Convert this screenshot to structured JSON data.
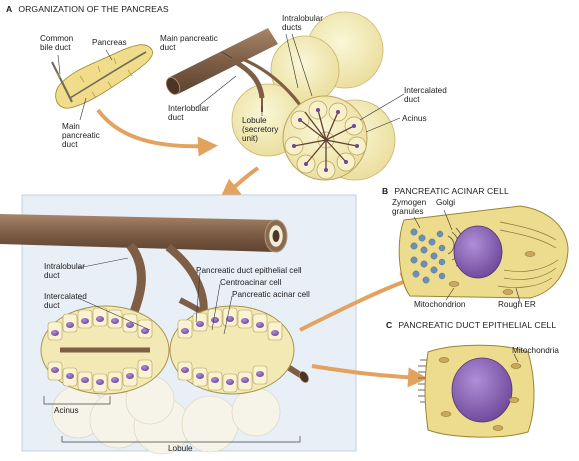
{
  "panel_a": {
    "letter": "A",
    "title": "ORGANIZATION OF THE PANCREAS",
    "labels": {
      "common_bile_duct": "Common\nbile duct",
      "pancreas": "Pancreas",
      "main_pancreatic_duct_left": "Main\npancreatic\nduct",
      "main_pancreatic_duct": "Main pancreatic\nduct",
      "intralobular_ducts": "Intralobular\nducts",
      "interlobular_duct": "Interlobular\nduct",
      "lobule": "Lobule\n(secretory\nunit)",
      "intercalated_duct": "Intercalated\nduct",
      "acinus": "Acinus"
    }
  },
  "panel_detail": {
    "labels": {
      "intralobular_duct": "Intralobular\nduct",
      "intercalated_duct": "Intercalated\nduct",
      "pancreatic_duct_epithelial_cell": "Pancreatic duct epithelial cell",
      "centroacinar_cell": "Centroacinar cell",
      "pancreatic_acinar_cell": "Pancreatic acinar cell",
      "acinus": "Acinus",
      "lobule": "Lobule"
    }
  },
  "panel_b": {
    "letter": "B",
    "title": "PANCREATIC ACINAR CELL",
    "labels": {
      "zymogen_granules": "Zymogen\ngranules",
      "golgi": "Golgi",
      "mitochondrion": "Mitochondrion",
      "rough_er": "Rough ER"
    }
  },
  "panel_c": {
    "letter": "C",
    "title": "PANCREATIC DUCT EPITHELIAL CELL",
    "labels": {
      "mitochondria": "Mitochondria"
    }
  },
  "colors": {
    "duct_brown": "#8a6a4f",
    "lobule_yellow": "#f3ecbd",
    "panel_blue": "#e6eef6",
    "nucleus_purple": "#8a62b3",
    "arrow_orange": "#d98a3f"
  }
}
